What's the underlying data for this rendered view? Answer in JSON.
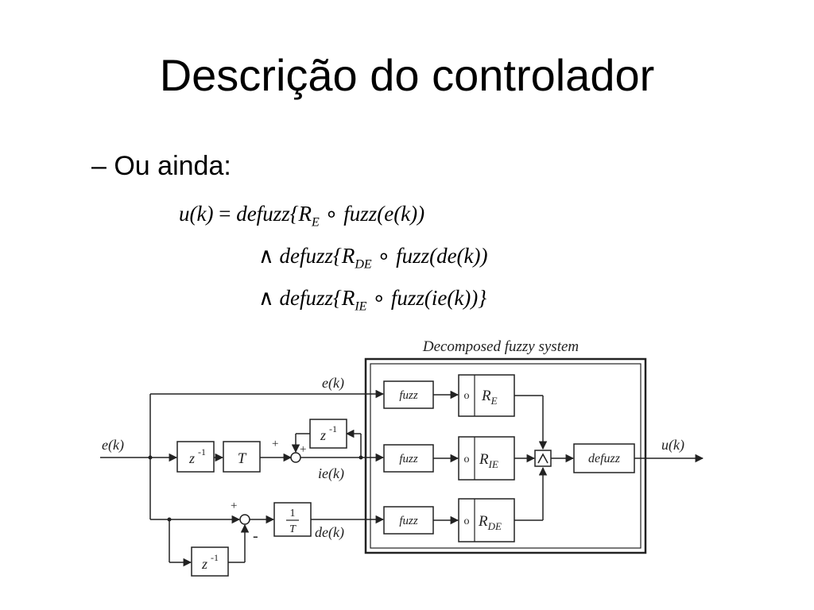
{
  "slide": {
    "title": "Descrição do controlador",
    "bullet": "– Ou ainda:"
  },
  "equations": {
    "line1": {
      "lhs": "u(k)",
      "eq": "=",
      "fn": "defuzz{",
      "r": "R",
      "sub": "E",
      "op": "∘",
      "arg": "fuzz(e(k))"
    },
    "line2": {
      "and": "∧",
      "fn": "defuzz{",
      "r": "R",
      "sub": "DE",
      "op": "∘",
      "arg": "fuzz(de(k))"
    },
    "line3": {
      "and": "∧",
      "fn": "defuzz{",
      "r": "R",
      "sub": "IE",
      "op": "∘",
      "arg": "fuzz(ie(k))}"
    }
  },
  "diagram": {
    "system_label": "Decomposed fuzzy system",
    "input": "e(k)",
    "output": "u(k)",
    "signal_e": "e(k)",
    "signal_ie": "ie(k)",
    "signal_de": "de(k)",
    "delay_base": "z",
    "delay_exp": "-1",
    "gain_T": "T",
    "gain_num": "1",
    "gain_den": "T",
    "plus": "+",
    "minus": "-",
    "fuzz": "fuzz",
    "defuzz": "defuzz",
    "rule_symbol": "R",
    "rule_subs": [
      "E",
      "IE",
      "DE"
    ],
    "comp_symbol": "o"
  }
}
